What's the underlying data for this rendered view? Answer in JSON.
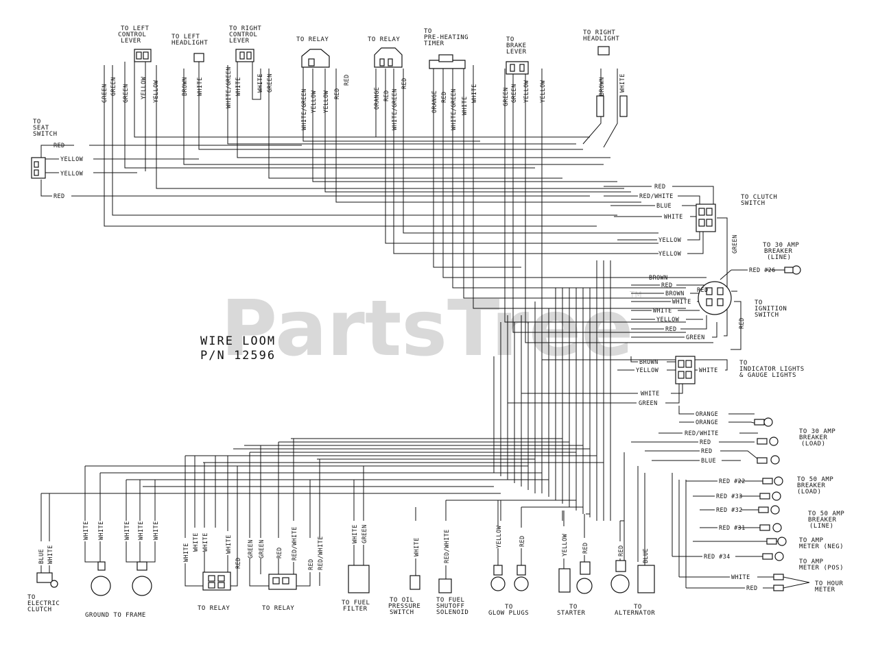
{
  "title": {
    "line1": "WIRE LOOM",
    "line2": "P/N 12596"
  },
  "watermark": {
    "text": "PartsTree",
    "tm": "TM"
  },
  "connectors": {
    "left_control": {
      "label": [
        "TO LEFT",
        "CONTROL",
        "LEVER"
      ],
      "wires": [
        "GREEN",
        "GREEN",
        "GREEN",
        "YELLOW",
        "YELLOW"
      ]
    },
    "left_headlight": {
      "label": [
        "TO LEFT",
        "HEADLIGHT"
      ],
      "wires": [
        "BROWN",
        "WHITE"
      ]
    },
    "right_control": {
      "label": [
        "TO RIGHT",
        "CONTROL",
        "LEVER"
      ],
      "wires": [
        "WHITE/GREEN",
        "WHITE",
        "WHITE",
        "GREEN"
      ]
    },
    "relay_top1": {
      "label": [
        "TO RELAY"
      ],
      "wires": [
        "WHITE/GREEN",
        "YELLOW",
        "YELLOW",
        "RED",
        "RED"
      ]
    },
    "relay_top2": {
      "label": [
        "TO RELAY"
      ],
      "wires": [
        "ORANGE",
        "RED",
        "WHITE/GREEN",
        "RED"
      ]
    },
    "preheat": {
      "label": [
        "TO",
        "PRE-HEATING",
        "TIMER"
      ],
      "wires": [
        "ORANGE",
        "RED",
        "WHITE/GREEN",
        "WHITE",
        "WHITE"
      ]
    },
    "brake": {
      "label": [
        "TO",
        "BRAKE",
        "LEVER"
      ],
      "wires": [
        "GREEN",
        "GREEN",
        "YELLOW",
        "YELLOW"
      ]
    },
    "right_headlight": {
      "label": [
        "TO RIGHT",
        "HEADLIGHT"
      ],
      "wires": [
        "BROWN",
        "WHITE"
      ]
    },
    "seat": {
      "label": [
        "TO",
        "SEAT",
        "SWITCH"
      ],
      "wires": [
        "RED",
        "YELLOW",
        "YELLOW",
        "RED"
      ]
    },
    "clutch_switch": {
      "label": [
        "TO CLUTCH",
        "SWITCH"
      ],
      "wires": [
        "RED",
        "RED/WHITE",
        "BLUE",
        "WHITE",
        "GREEN",
        "YELLOW",
        "YELLOW"
      ]
    },
    "breaker_line30": {
      "label": [
        "TO 30 AMP",
        "BREAKER",
        "(LINE)"
      ],
      "wires": [
        "RED #26"
      ]
    },
    "ignition": {
      "label": [
        "TO",
        "IGNITION",
        "SWITCH"
      ],
      "wires": [
        "BROWN",
        "RED",
        "RED",
        "BROWN",
        "WHITE",
        "WHITE",
        "YELLOW",
        "RED",
        "GREEN",
        "RED"
      ]
    },
    "indicator": {
      "label": [
        "TO",
        "INDICATOR LIGHTS",
        "& GAUGE LIGHTS"
      ],
      "wires": [
        "BROWN",
        "YELLOW",
        "WHITE",
        "WHITE",
        "GREEN"
      ]
    },
    "breaker_load30": {
      "label": [
        "TO 30 AMP",
        "BREAKER",
        "(LOAD)"
      ],
      "wires": [
        "ORANGE",
        "ORANGE",
        "RED/WHITE",
        "RED",
        "RED",
        "BLUE"
      ]
    },
    "breaker_load50": {
      "label": [
        "TO 50 AMP",
        "BREAKER",
        "(LOAD)"
      ],
      "wires": [
        "RED #22",
        "RED #33",
        "RED #32"
      ]
    },
    "breaker_line50": {
      "label": [
        "TO 50 AMP",
        "BREAKER",
        "(LINE)"
      ],
      "wires": [
        "RED #31"
      ]
    },
    "amp_neg": {
      "label": [
        "TO AMP",
        "METER (NEG)"
      ],
      "wires": []
    },
    "amp_pos": {
      "label": [
        "TO AMP",
        "METER (POS)"
      ],
      "wires": [
        "RED #34"
      ]
    },
    "hour_meter": {
      "label": [
        "TO HOUR",
        "METER"
      ],
      "wires": [
        "WHITE",
        "RED"
      ]
    },
    "electric_clutch": {
      "label": [
        "TO",
        "ELECTRIC",
        "CLUTCH"
      ],
      "wires": [
        "BLUE",
        "WHITE"
      ]
    },
    "ground": {
      "label": [
        "GROUND TO FRAME"
      ],
      "wires": [
        "WHITE",
        "WHITE",
        "WHITE",
        "WHITE",
        "WHITE"
      ]
    },
    "relay_bot1": {
      "label": [
        "TO RELAY"
      ],
      "wires": [
        "WHITE",
        "WHITE",
        "WHITE",
        "WHITE",
        "RED"
      ]
    },
    "relay_bot2": {
      "label": [
        "TO RELAY"
      ],
      "wires": [
        "GREEN",
        "GREEN",
        "RED",
        "RED/WHITE",
        "RED",
        "RED/WHITE"
      ]
    },
    "fuel_filter": {
      "label": [
        "TO FUEL",
        "FILTER"
      ],
      "wires": [
        "WHITE",
        "GREEN"
      ]
    },
    "oil_pressure": {
      "label": [
        "TO OIL",
        "PRESSURE",
        "SWITCH"
      ],
      "wires": [
        "WHITE"
      ]
    },
    "fuel_shutoff": {
      "label": [
        "TO FUEL",
        "SHUTOFF",
        "SOLENOID"
      ],
      "wires": [
        "RED/WHITE"
      ]
    },
    "glow_plugs": {
      "label": [
        "TO",
        "GLOW PLUGS"
      ],
      "wires": [
        "YELLOW",
        "RED"
      ]
    },
    "starter": {
      "label": [
        "TO",
        "STARTER"
      ],
      "wires": [
        "YELLOW",
        "RED"
      ]
    },
    "alternator": {
      "label": [
        "TO",
        "ALTERNATOR"
      ],
      "wires": [
        "RED",
        "BLUE"
      ]
    }
  }
}
